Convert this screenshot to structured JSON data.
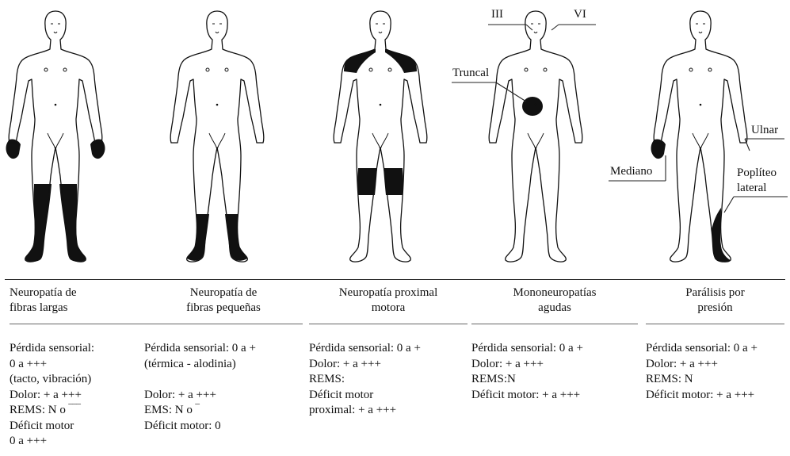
{
  "figure_labels": {
    "cranial_iii": "III",
    "cranial_vi": "VI",
    "truncal": "Truncal",
    "ulnar": "Ulnar",
    "mediano": "Mediano",
    "popliteo_line1": "Poplíteo",
    "popliteo_line2": "lateral"
  },
  "columns": [
    {
      "title": [
        "Neuropatía de",
        "fibras largas"
      ],
      "lines": [
        "Pérdida sensorial:",
        "0 a +++",
        "(tacto, vibración)",
        "Dolor: + a +++",
        "REMS: N o ‾‾‾",
        "Déficit motor",
        "0 a +++"
      ]
    },
    {
      "title": [
        "Neuropatía de",
        "fibras pequeñas"
      ],
      "lines": [
        "Pérdida sensorial: 0 a +",
        "(térmica - alodinia)",
        "",
        "Dolor: + a +++",
        "EMS: N o ‾",
        "Déficit motor: 0"
      ]
    },
    {
      "title": [
        "Neuropatía proximal",
        "motora"
      ],
      "lines": [
        "Pérdida sensorial: 0 a +",
        "Dolor: + a +++",
        "REMS:",
        "Déficit motor",
        "proximal: + a +++"
      ]
    },
    {
      "title": [
        "Mononeuropatías",
        "agudas"
      ],
      "lines": [
        "Pérdida sensorial: 0 a +",
        "Dolor: + a +++",
        "REMS:N",
        "Déficit motor: + a +++"
      ]
    },
    {
      "title": [
        "Parálisis por",
        "presión"
      ],
      "lines": [
        "Pérdida sensorial: 0 a +",
        "Dolor: + a +++",
        "REMS: N",
        "Déficit motor: + a +++"
      ]
    }
  ]
}
